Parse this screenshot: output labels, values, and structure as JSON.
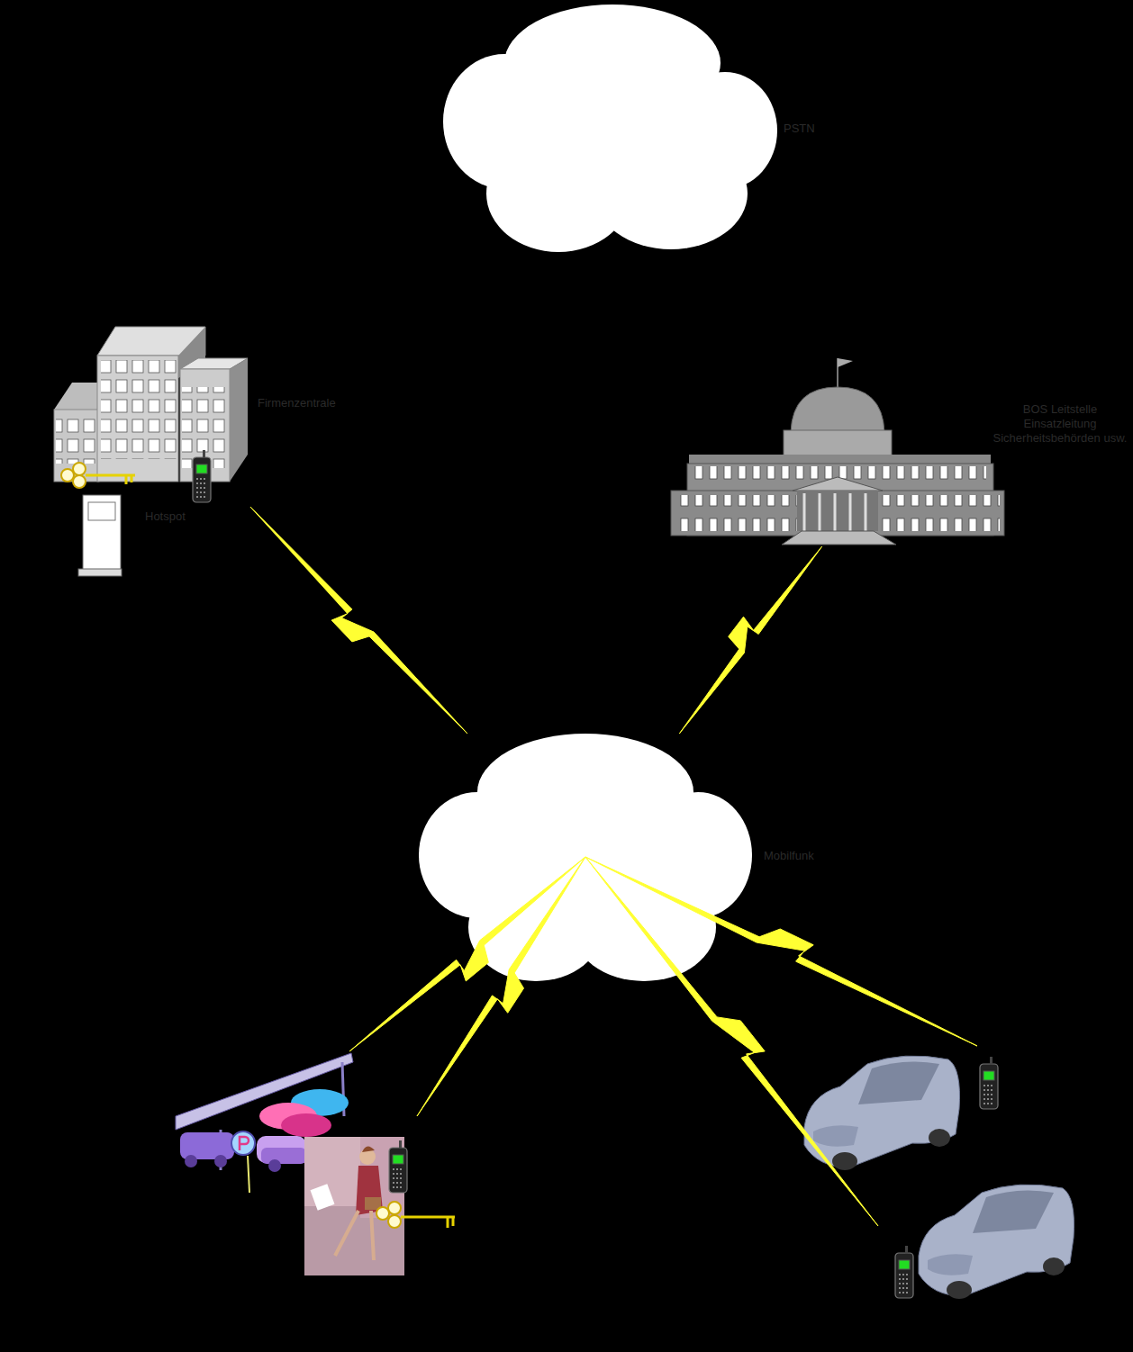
{
  "diagram": {
    "nodes": [
      {
        "text": [
          "PSTN"
        ]
      },
      {
        "text": [
          "Firmenzentrale",
          "Hotspot"
        ]
      },
      {
        "text": [
          "BOS Leitstelle Einsatzleitung Sicherheitsbehörden usw."
        ]
      },
      {
        "text": [
          "Mobilfunk"
        ]
      }
    ],
    "edges": [
      {
        "from": 1,
        "to": 3,
        "arrow": "none"
      },
      {
        "from": 2,
        "to": 3,
        "arrow": "none"
      }
    ]
  }
}
